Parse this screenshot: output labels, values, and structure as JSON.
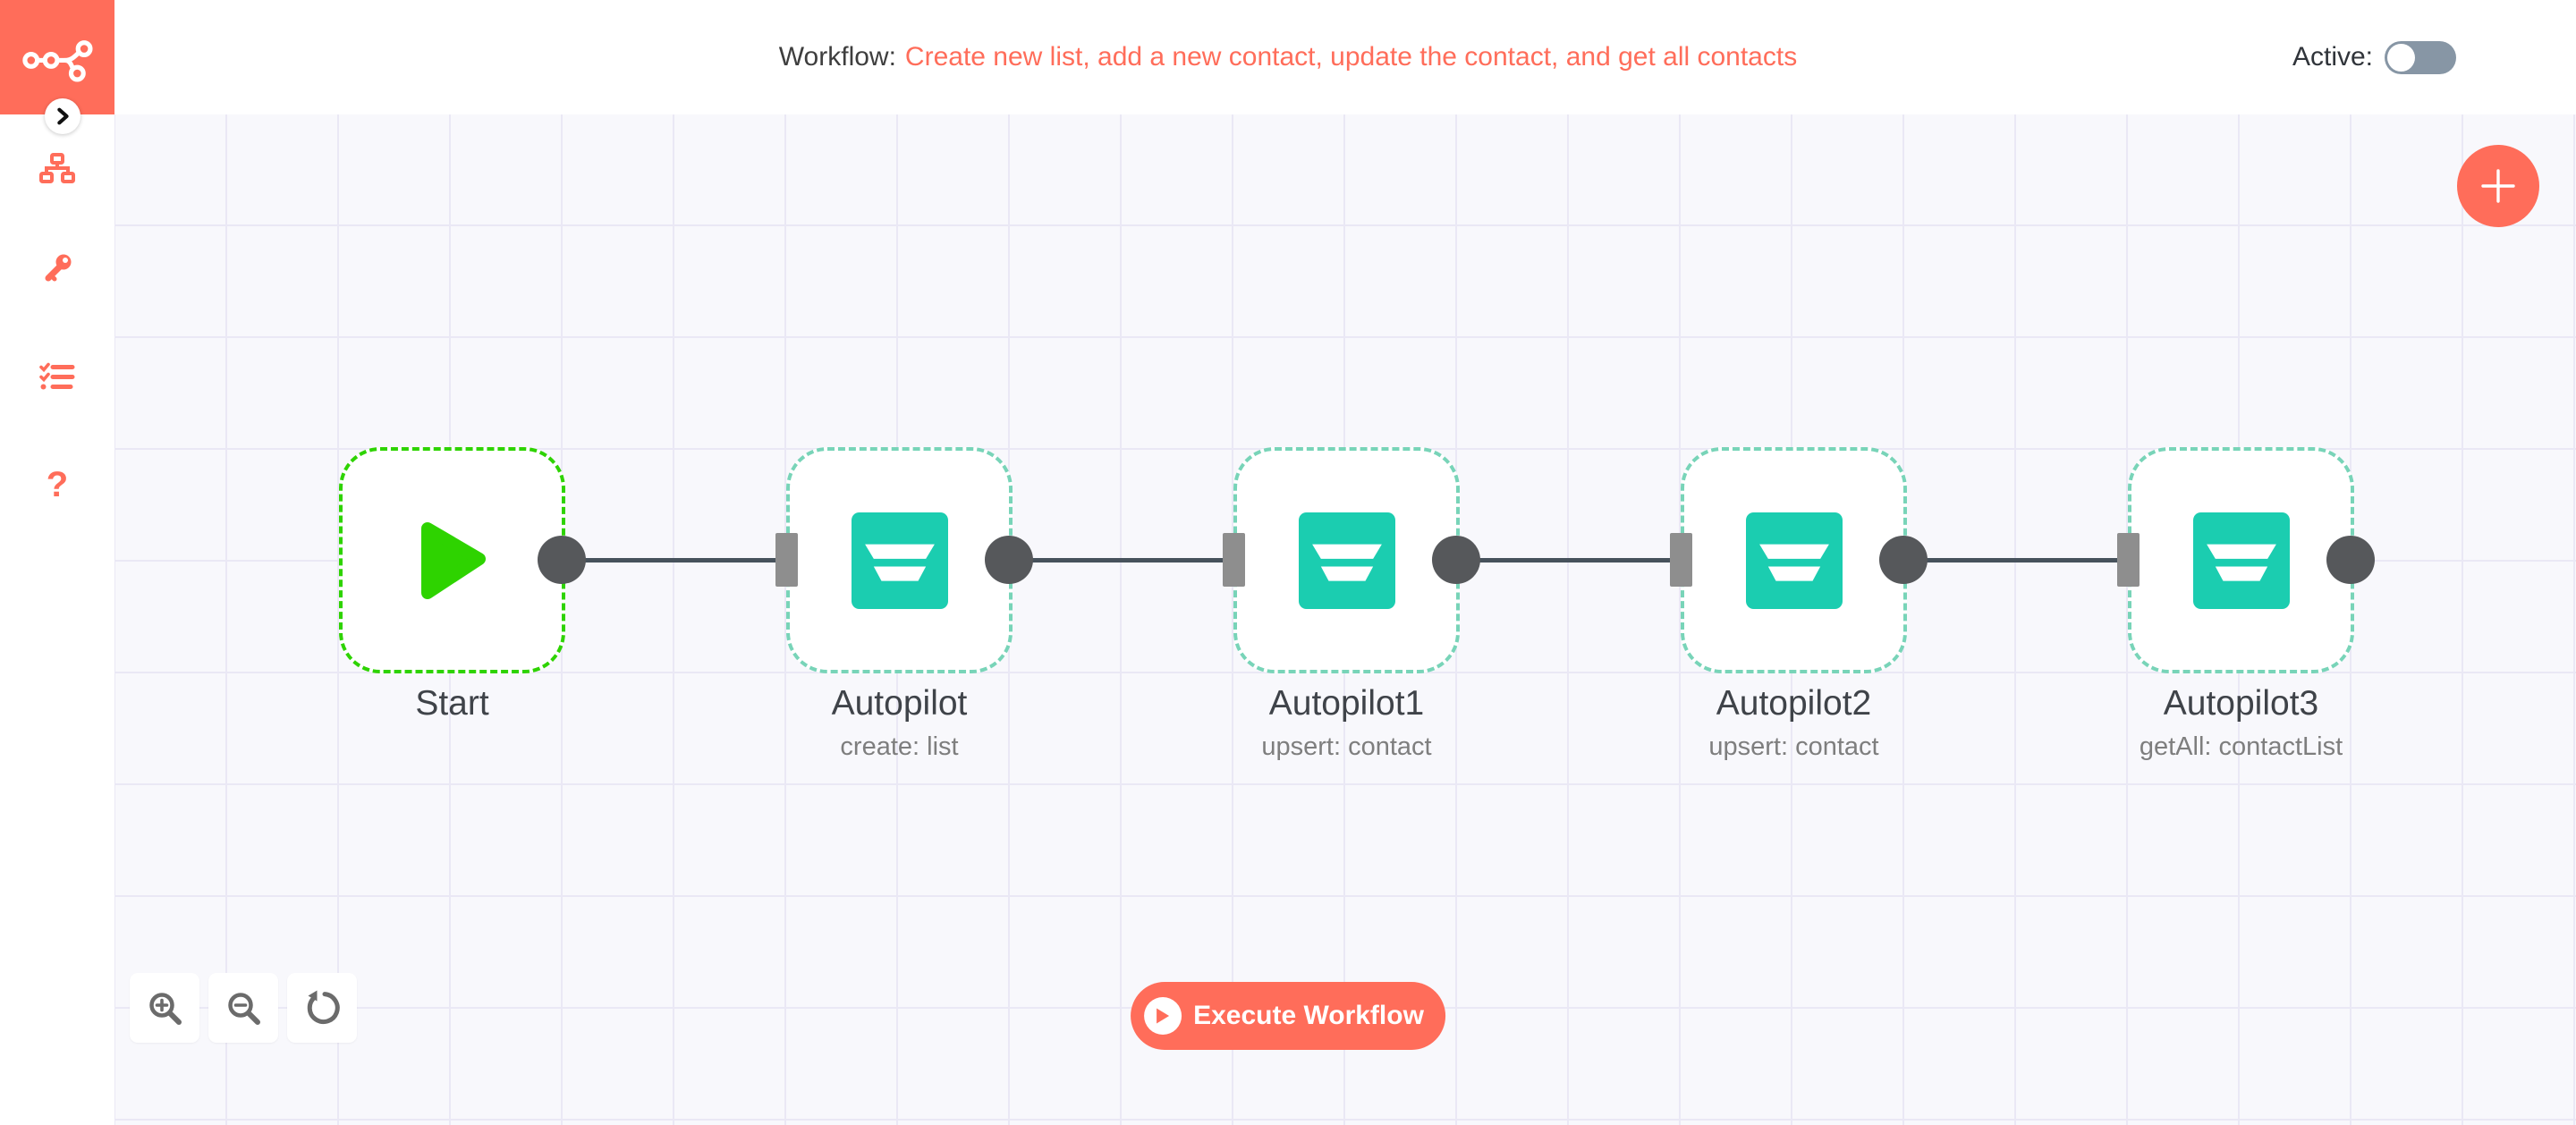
{
  "header": {
    "workflow_label": "Workflow:",
    "workflow_name": "Create new list, add a new contact, update the contact, and get all contacts",
    "active_label": "Active:",
    "active_state": false
  },
  "sidebar": {
    "items": [
      {
        "name": "workflows",
        "icon": "sitemap-icon"
      },
      {
        "name": "credentials",
        "icon": "key-icon"
      },
      {
        "name": "executions",
        "icon": "checklist-icon"
      },
      {
        "name": "help",
        "icon": "question-mark-icon"
      }
    ],
    "help_glyph": "?",
    "logo_icon": "n8n-logo",
    "collapse_icon": "chevron-right-icon"
  },
  "canvas": {
    "nodes": [
      {
        "title": "Start",
        "subtitle": "",
        "type": "start"
      },
      {
        "title": "Autopilot",
        "subtitle": "create: list",
        "type": "autopilot"
      },
      {
        "title": "Autopilot1",
        "subtitle": "upsert: contact",
        "type": "autopilot"
      },
      {
        "title": "Autopilot2",
        "subtitle": "upsert: contact",
        "type": "autopilot"
      },
      {
        "title": "Autopilot3",
        "subtitle": "getAll: contactList",
        "type": "autopilot"
      }
    ],
    "execute_button_label": "Execute Workflow",
    "controls": [
      {
        "name": "zoom-in",
        "icon": "magnifier-plus-icon"
      },
      {
        "name": "zoom-out",
        "icon": "magnifier-minus-icon"
      },
      {
        "name": "reset-zoom",
        "icon": "rotate-left-icon"
      }
    ],
    "add_button_icon": "plus-icon"
  },
  "colors": {
    "primary_coral": "#FF6D5A",
    "start_green": "#2ED300",
    "autopilot_teal": "#1BCDB0",
    "node_border_mint": "#78D4B8",
    "endpoint_gray": "#56585B",
    "connector_slate": "#47525C",
    "input_port_gray": "#8E8E8E",
    "toggle_track": "#8796A5",
    "canvas_bg": "#F8F8FC",
    "grid_line": "#EAE8F5"
  }
}
